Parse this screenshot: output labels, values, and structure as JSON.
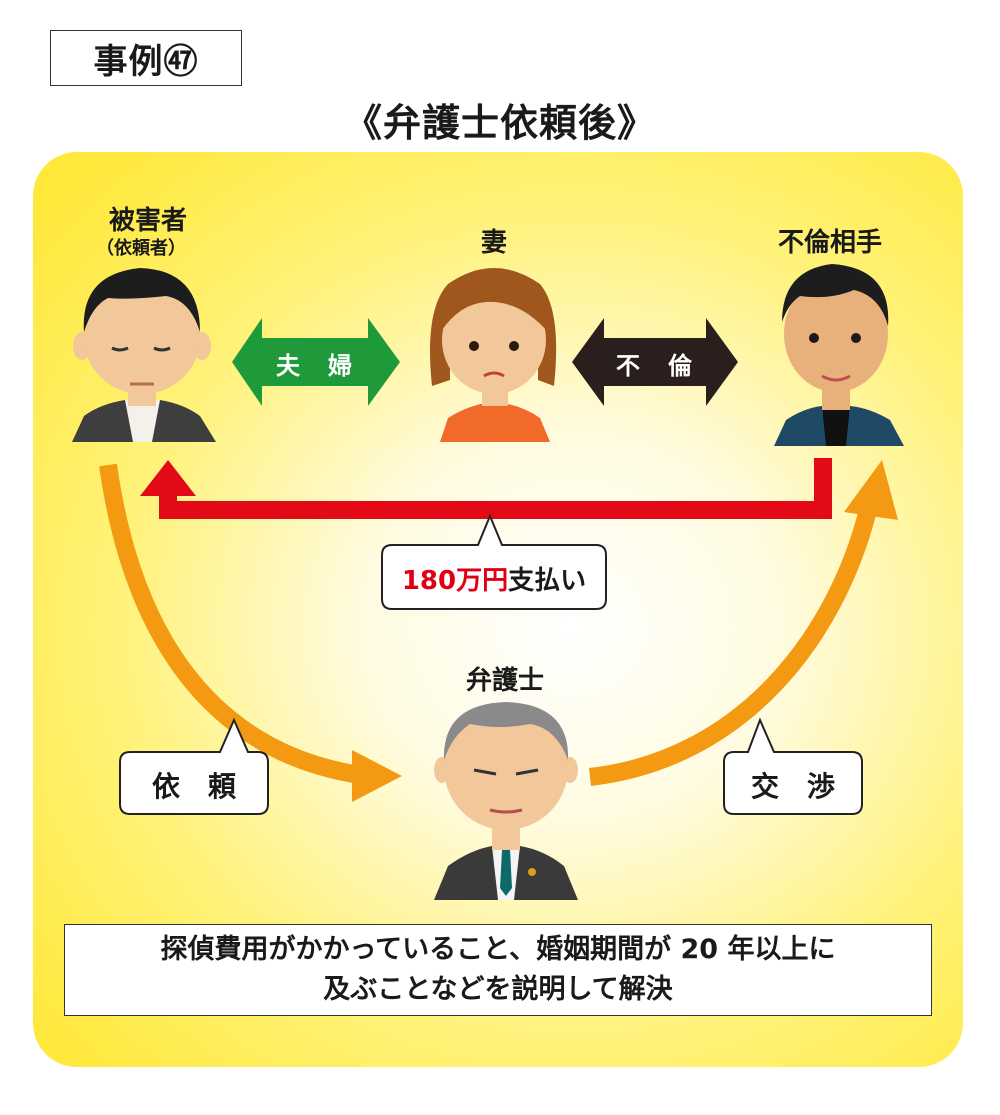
{
  "case_label": "事例㊼",
  "title": "《弁護士依頼後》",
  "people": {
    "victim": {
      "label": "被害者",
      "sub": "（依頼者）"
    },
    "wife": {
      "label": "妻"
    },
    "affair_partner": {
      "label": "不倫相手"
    },
    "lawyer": {
      "label": "弁護士"
    }
  },
  "relations": {
    "couple": "夫　婦",
    "affair": "不　倫"
  },
  "payment": {
    "amount": "180万円",
    "suffix": "支払い"
  },
  "bubbles": {
    "request": "依　頼",
    "negotiation": "交　渉"
  },
  "summary": {
    "line1": "探偵費用がかかっていること、婚姻期間が 20 年以上に",
    "line2": "及ぶことなどを説明して解決"
  },
  "colors": {
    "couple_arrow": "#1e9a3a",
    "affair_arrow": "#2a1f1c",
    "payment_arrow": "#e20a17",
    "orange_arrow": "#f39a12",
    "panel_yellow": "#ffe83a"
  }
}
